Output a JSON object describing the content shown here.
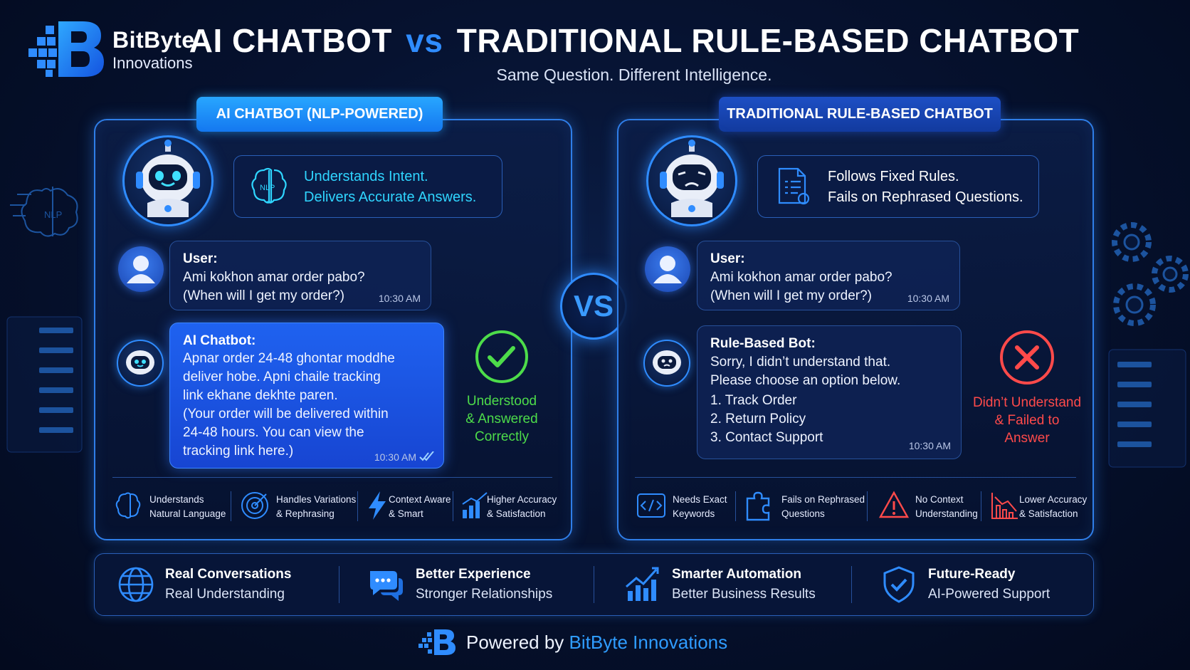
{
  "brand": {
    "name": "BitByte",
    "sub": "Innovations"
  },
  "header": {
    "title_left": "AI CHATBOT",
    "title_vs": "vs",
    "title_right": "TRADITIONAL RULE-BASED CHATBOT",
    "subtitle": "Same Question. Different Intelligence."
  },
  "left_panel": {
    "tab": "AI CHATBOT (NLP-POWERED)",
    "tagline": [
      "Understands Intent.",
      "Delivers Accurate Answers."
    ],
    "user_message": {
      "who": "User:",
      "lines": [
        "Ami kokhon amar order pabo?",
        "(When will I get my order?)"
      ],
      "time": "10:30 AM"
    },
    "bot_message": {
      "who": "AI Chatbot:",
      "lines": [
        "Apnar order 24-48 ghontar moddhe",
        "deliver hobe. Apni chaile tracking",
        "link ekhane dekhte paren.",
        "(Your order will be delivered within",
        "24-48 hours. You can view the",
        "tracking link here.)"
      ],
      "time": "10:30 AM"
    },
    "verdict": [
      "Understood",
      "& Answered",
      "Correctly"
    ],
    "features": [
      {
        "icon": "brain-icon",
        "l1": "Understands",
        "l2": "Natural Language"
      },
      {
        "icon": "target-icon",
        "l1": "Handles Variations",
        "l2": "& Rephrasing"
      },
      {
        "icon": "lightning-icon",
        "l1": "Context Aware",
        "l2": "& Smart"
      },
      {
        "icon": "bar-chart-up-icon",
        "l1": "Higher Accuracy",
        "l2": "& Satisfaction"
      }
    ]
  },
  "vs_label": "VS",
  "right_panel": {
    "tab": "TRADITIONAL RULE-BASED CHATBOT",
    "tagline": [
      "Follows Fixed Rules.",
      "Fails on Rephrased Questions."
    ],
    "user_message": {
      "who": "User:",
      "lines": [
        "Ami kokhon amar order pabo?",
        "(When will I get my order?)"
      ],
      "time": "10:30 AM"
    },
    "bot_message": {
      "who": "Rule-Based Bot:",
      "lines": [
        "Sorry, I didn’t understand that.",
        "Please choose an option below.",
        "1. Track Order",
        "2. Return Policy",
        "3. Contact Support"
      ],
      "time": "10:30 AM"
    },
    "verdict": [
      "Didn’t Understand",
      "& Failed to",
      "Answer"
    ],
    "features": [
      {
        "icon": "code-icon",
        "l1": "Needs Exact",
        "l2": "Keywords"
      },
      {
        "icon": "puzzle-icon",
        "l1": "Fails on Rephrased",
        "l2": "Questions"
      },
      {
        "icon": "warning-icon",
        "l1": "No Context",
        "l2": "Understanding"
      },
      {
        "icon": "bar-chart-down-icon",
        "l1": "Lower Accuracy",
        "l2": "& Satisfaction"
      }
    ]
  },
  "benefits": [
    {
      "icon": "globe-icon",
      "title": "Real Conversations",
      "sub": "Real Understanding"
    },
    {
      "icon": "chat-bubbles-icon",
      "title": "Better Experience",
      "sub": "Stronger Relationships"
    },
    {
      "icon": "growth-chart-icon",
      "title": "Smarter Automation",
      "sub": "Better Business Results"
    },
    {
      "icon": "shield-check-icon",
      "title": "Future-Ready",
      "sub": "AI-Powered Support"
    }
  ],
  "footer": {
    "prefix": "Powered by",
    "brand": "BitByte Innovations"
  },
  "colors": {
    "accent": "#2f8cff",
    "ai_text": "#2fd5ff",
    "success": "#4ddc4a",
    "failure": "#ff4a4a",
    "background": "#061230"
  }
}
